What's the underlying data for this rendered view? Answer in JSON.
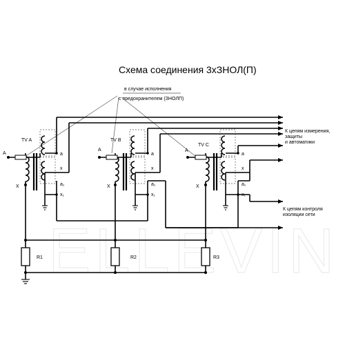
{
  "title": "Схема соединения 3хЗНОЛ(П)",
  "notes": {
    "line1": "в случае исполнения",
    "line2": "с предохранителем (ЗНОЛП)"
  },
  "outputs": {
    "measure_line1": "К цепям измерения,",
    "measure_line2": "защиты",
    "measure_line3": "и автоматики",
    "control_line1": "К цепям контроля",
    "control_line2": "изоляции сети"
  },
  "transformers": [
    {
      "name": "TV A",
      "hv_a": "A",
      "hv_x": "X",
      "sec_a": "a",
      "sec_x": "x",
      "aux_a": "a₁",
      "aux_x": "x₁"
    },
    {
      "name": "TV B",
      "hv_a": "A",
      "hv_x": "X",
      "sec_a": "a",
      "sec_x": "x",
      "aux_a": "a₁",
      "aux_x": "x₁"
    },
    {
      "name": "TV C",
      "hv_a": "A",
      "hv_x": "X",
      "sec_a": "a",
      "sec_x": "x",
      "aux_a": "a₁",
      "aux_x": "x₁"
    }
  ],
  "resistors": [
    "R1",
    "R2",
    "R3"
  ],
  "watermark": "ELLEVIN"
}
